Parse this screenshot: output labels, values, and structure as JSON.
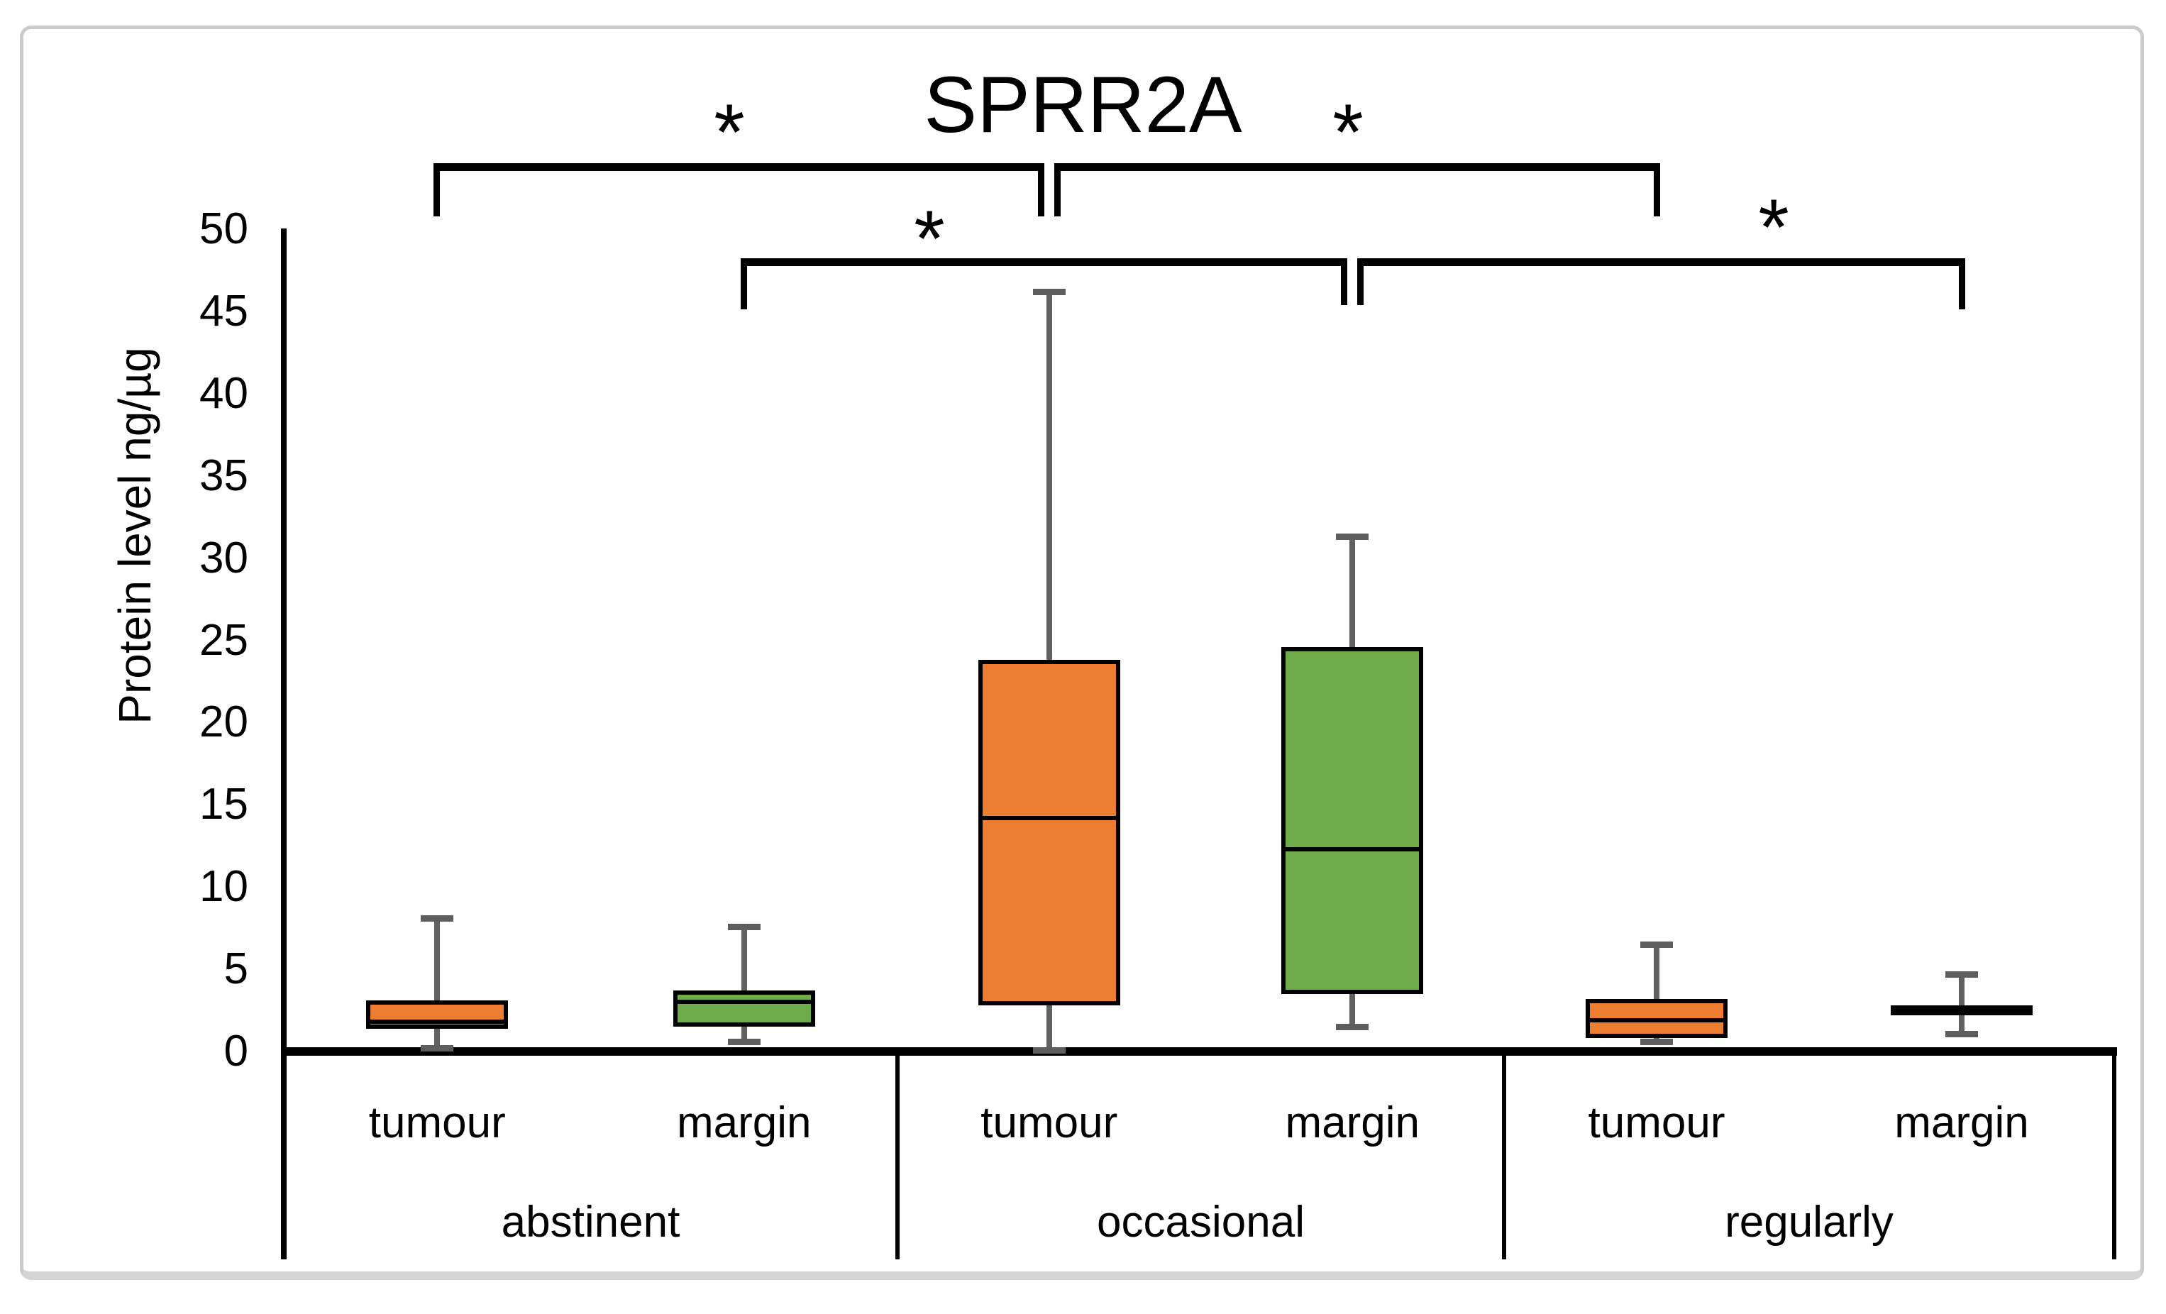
{
  "chart_data": {
    "type": "boxplot",
    "title": "SPRR2A",
    "ylabel": "Protein level ng/µg",
    "ylim": [
      0,
      50
    ],
    "yticks": [
      0,
      5,
      10,
      15,
      20,
      25,
      30,
      35,
      40,
      45,
      50
    ],
    "grid": false,
    "legend": "none",
    "groups": [
      {
        "label": "abstinent",
        "boxes": [
          {
            "label": "tumour",
            "color": "#EC7D31",
            "whisker_low": 0.2,
            "q1": 1.4,
            "median": 1.8,
            "q3": 3.1,
            "whisker_high": 8.1
          },
          {
            "label": "margin",
            "color": "#70AB4A",
            "whisker_low": 0.6,
            "q1": 1.5,
            "median": 3.0,
            "q3": 3.7,
            "whisker_high": 7.6
          }
        ]
      },
      {
        "label": "occasional",
        "boxes": [
          {
            "label": "tumour",
            "color": "#EC7D31",
            "whisker_low": 0.1,
            "q1": 2.8,
            "median": 14.2,
            "q3": 23.8,
            "whisker_high": 46.2
          },
          {
            "label": "margin",
            "color": "#70AB4A",
            "whisker_low": 1.5,
            "q1": 3.5,
            "median": 12.3,
            "q3": 24.6,
            "whisker_high": 31.3
          }
        ]
      },
      {
        "label": "regularly",
        "boxes": [
          {
            "label": "tumour",
            "color": "#EC7D31",
            "whisker_low": 0.6,
            "q1": 0.8,
            "median": 1.9,
            "q3": 3.2,
            "whisker_high": 6.5
          },
          {
            "label": "margin",
            "color": "#70AB4A",
            "whisker_low": 1.1,
            "q1": 2.2,
            "median": 2.5,
            "q3": 2.8,
            "whisker_high": 4.7
          }
        ]
      }
    ],
    "significance_brackets": [
      {
        "from_group": "abstinent",
        "from_box": "tumour",
        "to_group": "occasional",
        "to_box": "tumour",
        "tier": "upper",
        "label": "*"
      },
      {
        "from_group": "occasional",
        "from_box": "tumour",
        "to_group": "regularly",
        "to_box": "tumour",
        "tier": "upper",
        "label": "*"
      },
      {
        "from_group": "abstinent",
        "from_box": "margin",
        "to_group": "occasional",
        "to_box": "margin",
        "tier": "lower",
        "label": "*"
      },
      {
        "from_group": "occasional",
        "from_box": "margin",
        "to_group": "regularly",
        "to_box": "margin",
        "tier": "lower",
        "label": "*"
      }
    ],
    "colors": {
      "tumour_fill": "#EC7D31",
      "margin_fill": "#70AB4A",
      "box_border": "#000000",
      "whisker_stem": "#616161",
      "whisker_cap": "#5E5E5E",
      "axis": "#000000",
      "figure_border": "#CBCBCB"
    }
  }
}
